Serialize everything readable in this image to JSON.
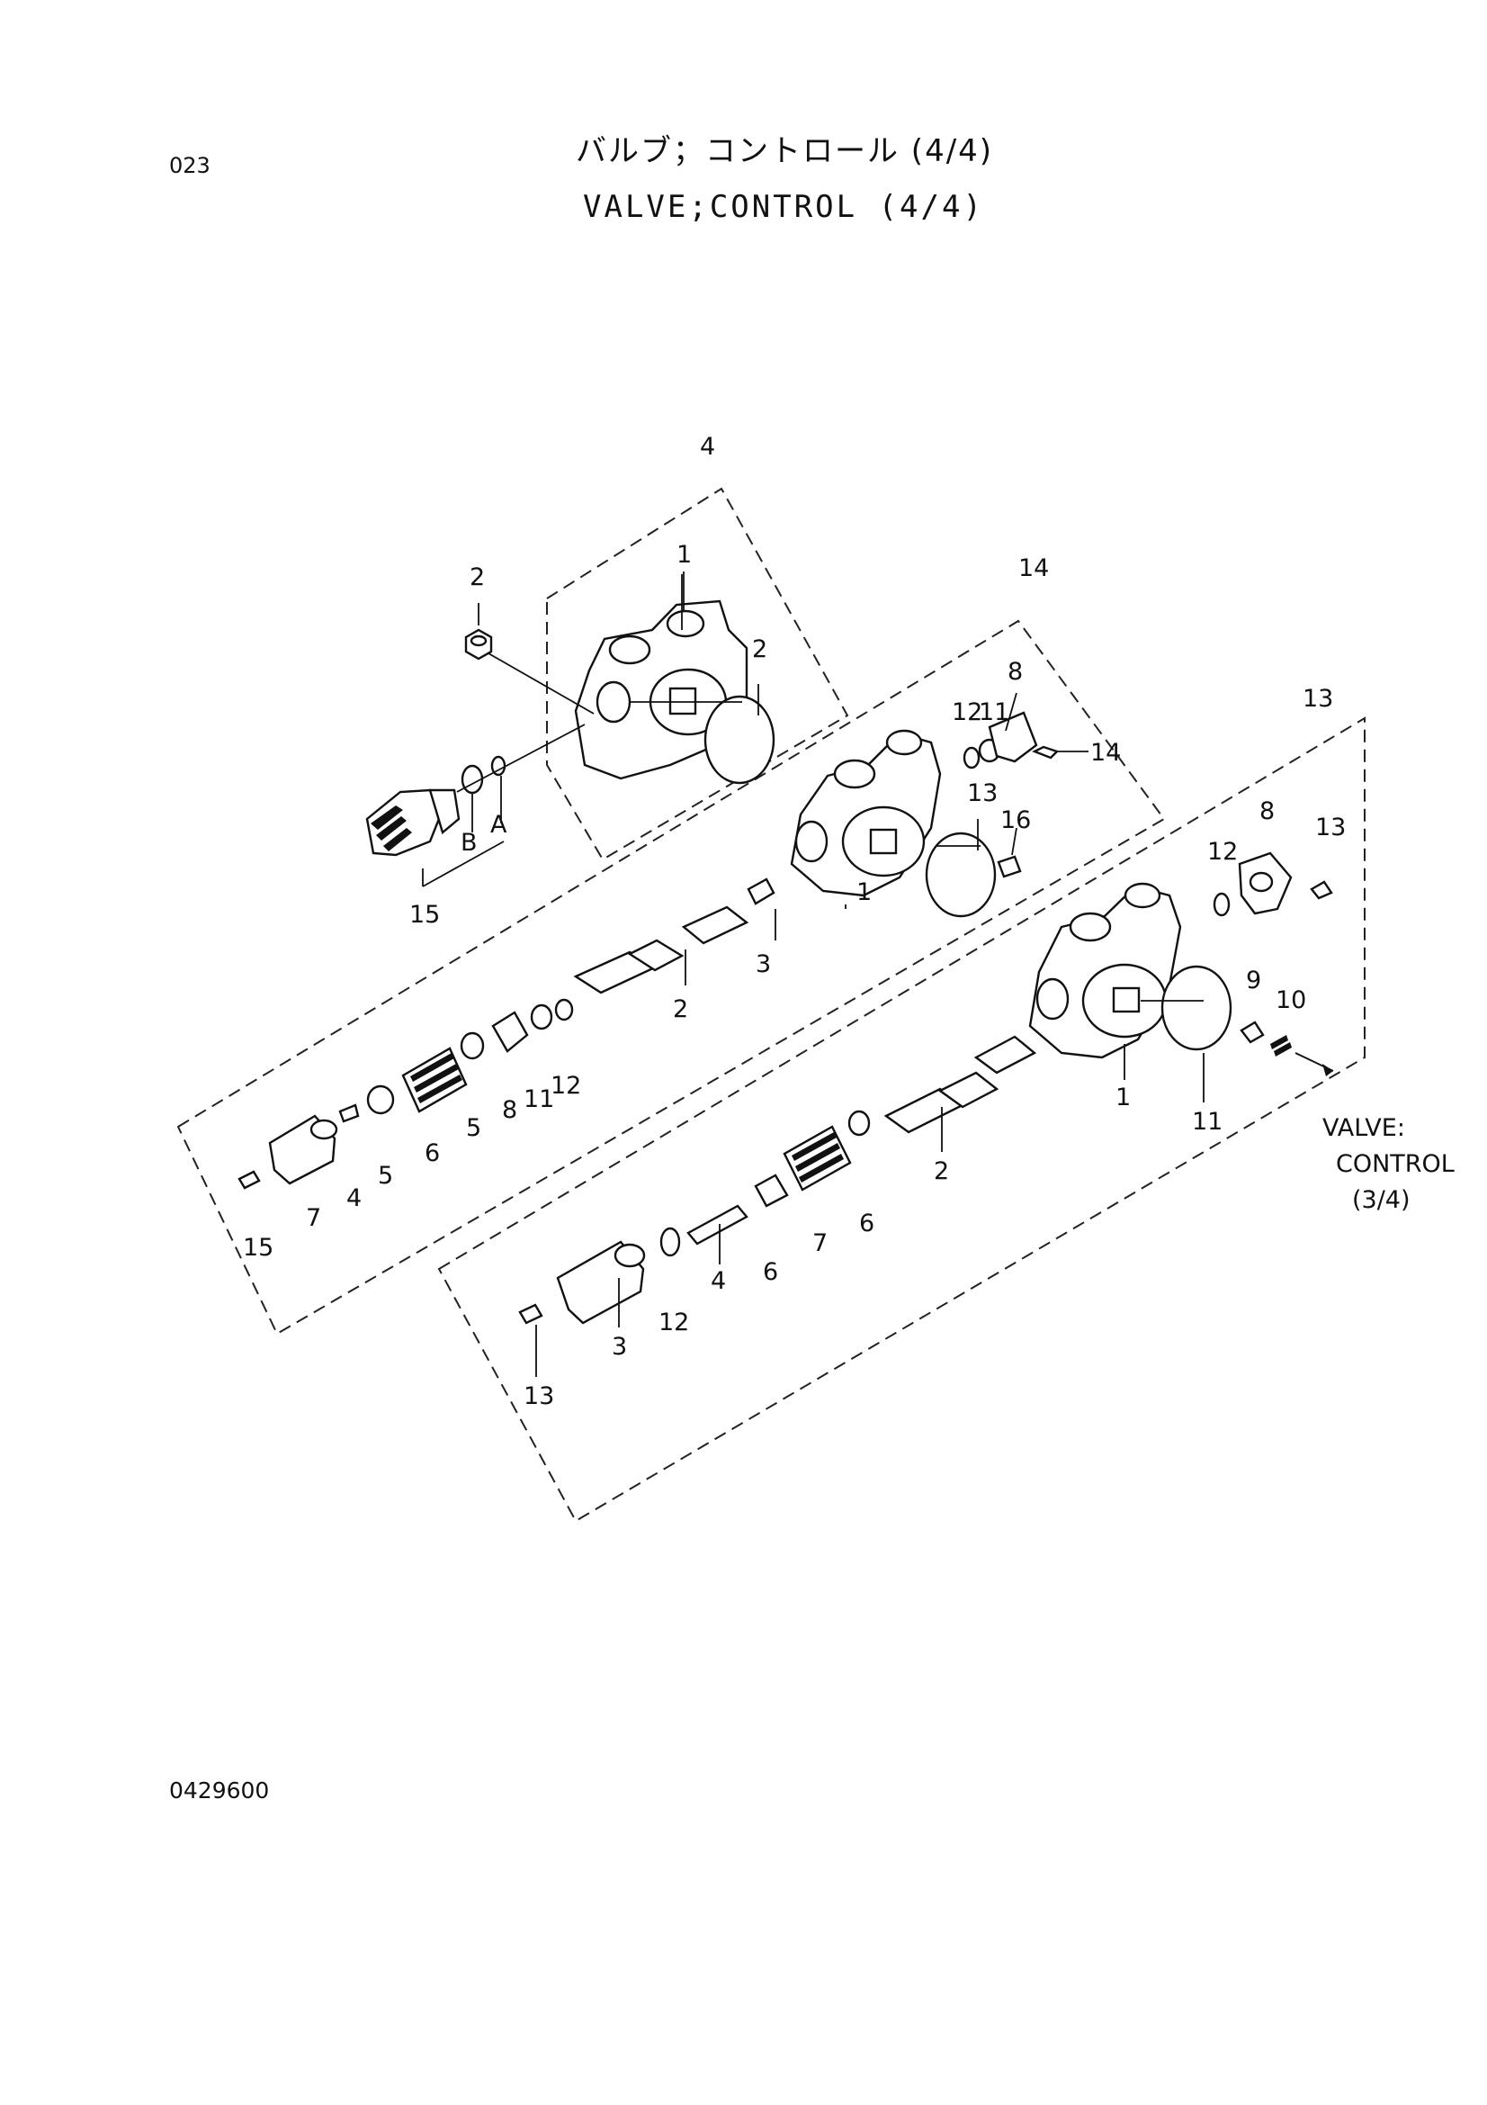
{
  "header": {
    "page_no": "023",
    "title_jp": "バルブ；コントロール (4/4)",
    "title_en": "VALVE;CONTROL (4/4)"
  },
  "footer": {
    "doc_code": "0429600"
  },
  "diagram": {
    "reference_note": {
      "line1": "VALVE:",
      "line2": "CONTROL",
      "line3": "(3/4)"
    },
    "port_labels": [
      "B",
      "A"
    ],
    "callouts": [
      "4",
      "1",
      "2",
      "2",
      "14",
      "12",
      "11",
      "8",
      "14",
      "13",
      "16",
      "3",
      "1",
      "2",
      "15",
      "15",
      "7",
      "4",
      "5",
      "6",
      "5",
      "8",
      "11",
      "12",
      "13",
      "8",
      "12",
      "13",
      "9",
      "10",
      "1",
      "11",
      "2",
      "6",
      "7",
      "6",
      "4",
      "12",
      "3",
      "13"
    ]
  }
}
